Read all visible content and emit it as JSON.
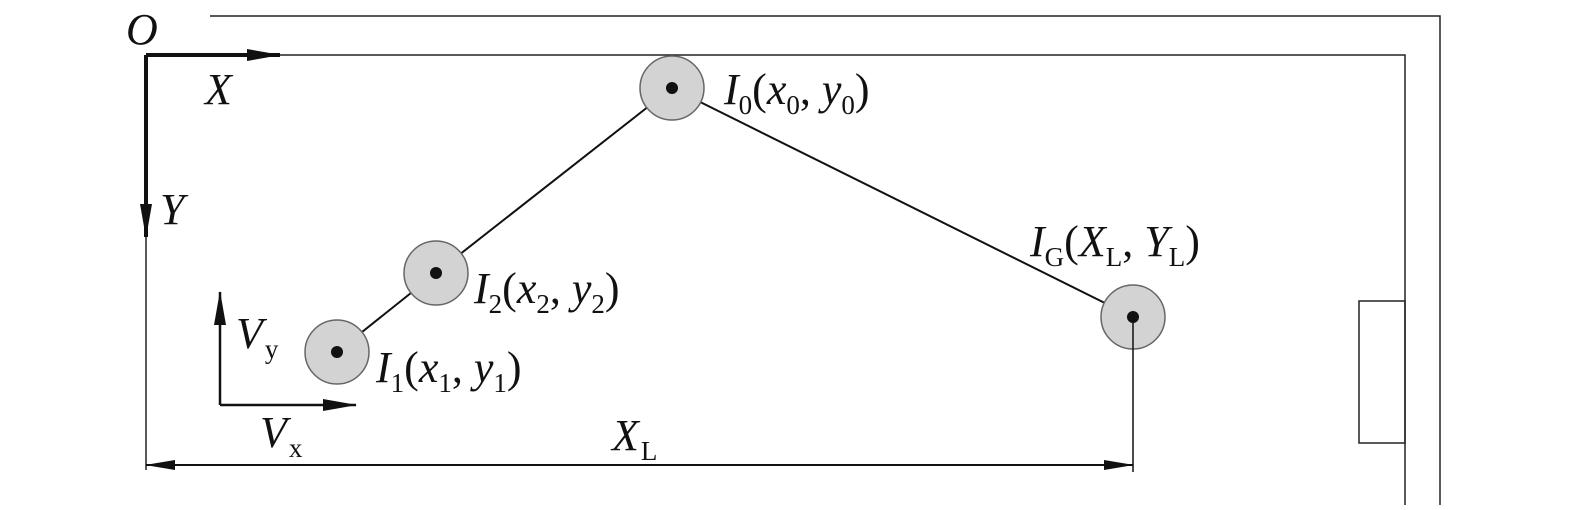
{
  "origin": "O",
  "axes": {
    "x": "X",
    "y": "Y"
  },
  "velocity": {
    "vy": {
      "main": "V",
      "sub": "y"
    },
    "vx": {
      "main": "V",
      "sub": "x"
    }
  },
  "points": {
    "i0": {
      "name": "I",
      "name_sub": "0",
      "x": "x",
      "x_sub": "0",
      "y": "y",
      "y_sub": "0"
    },
    "i1": {
      "name": "I",
      "name_sub": "1",
      "x": "x",
      "x_sub": "1",
      "y": "y",
      "y_sub": "1"
    },
    "i2": {
      "name": "I",
      "name_sub": "2",
      "x": "x",
      "x_sub": "2",
      "y": "y",
      "y_sub": "2"
    },
    "ig": {
      "name": "I",
      "name_sub": "G",
      "x": "X",
      "x_sub": "L",
      "y": "Y",
      "y_sub": "L"
    }
  },
  "dimension": {
    "main": "X",
    "sub": "L"
  },
  "colors": {
    "line": "#111111",
    "ball_fill": "#d3d3d3",
    "ball_stroke": "#666666"
  }
}
